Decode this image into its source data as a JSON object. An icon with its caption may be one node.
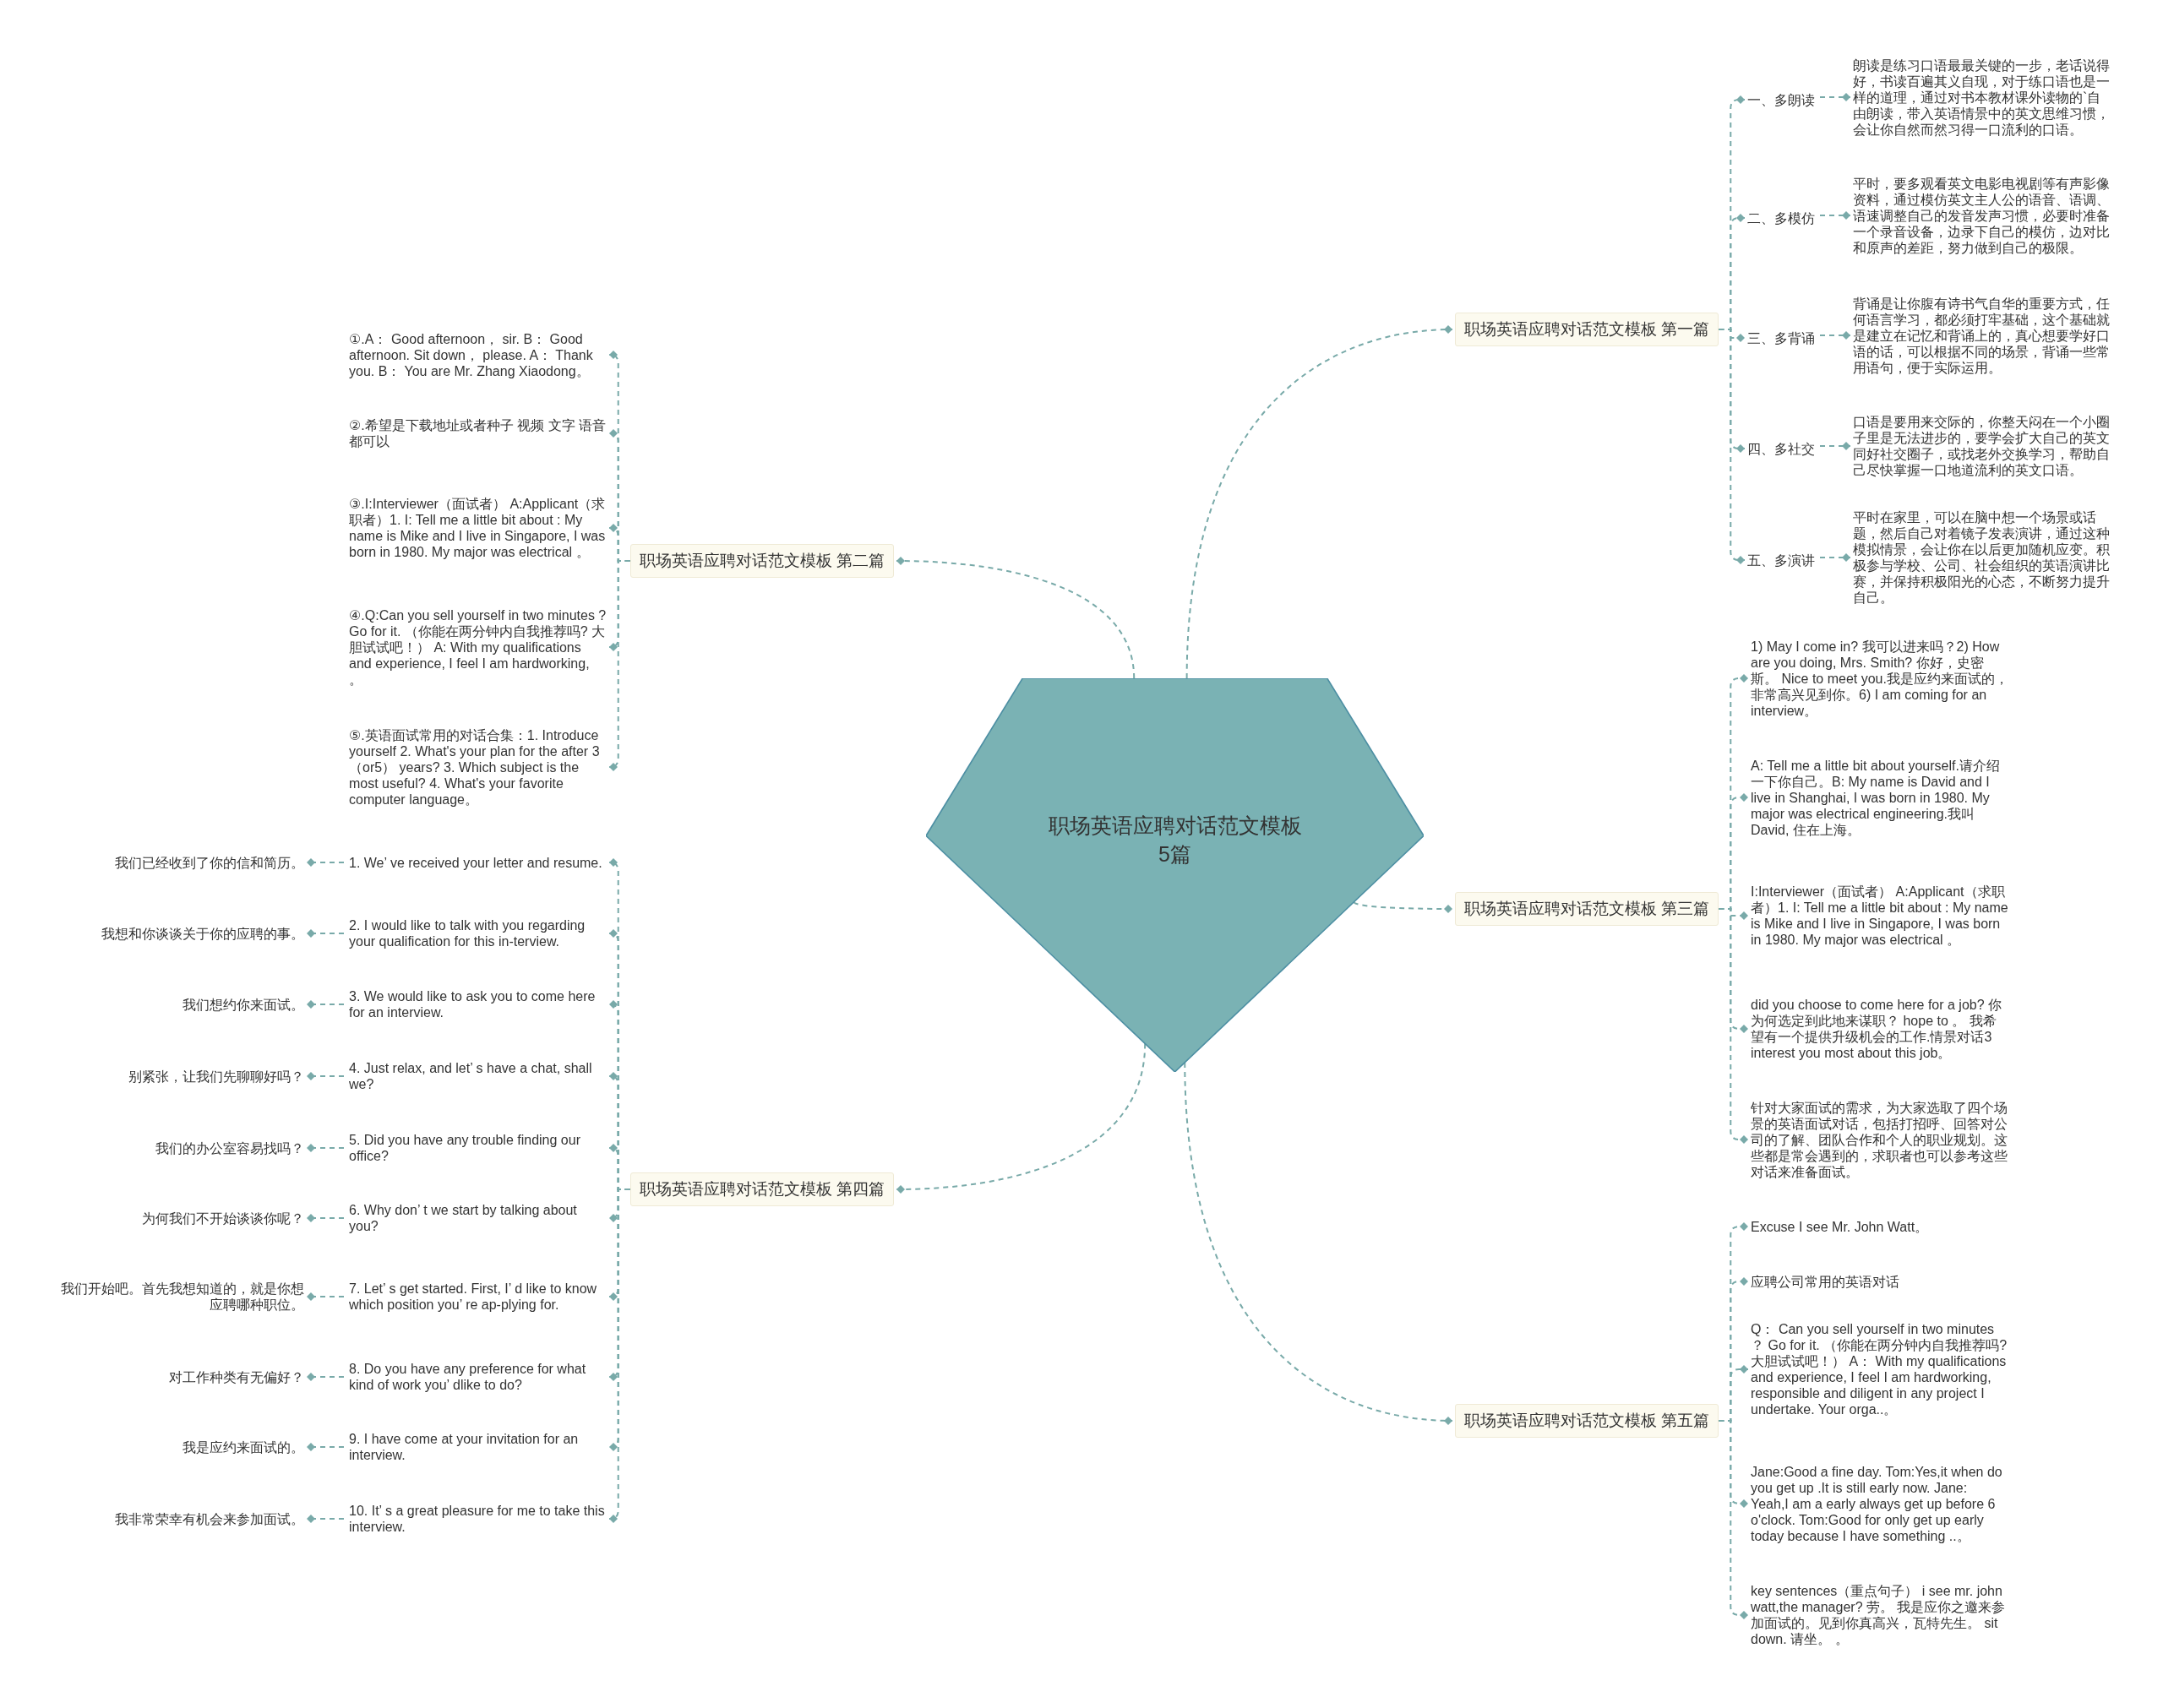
{
  "diagram": {
    "nodes": [
      {
        "text": [
          "职场英语应聘对话范文模板5篇"
        ]
      },
      {
        "text": [
          "职场英语应聘对话范文模板 第一篇"
        ]
      },
      {
        "text": [
          "一、多朗读"
        ]
      },
      {
        "text": [
          "朗读是练习口语最最关键的一步，老话说得好，书读百遍其义自现，对于练口语也是一样的道理，通过对书本教材课外读物的`自由朗读，带入英语情景中的英文思维习惯，会让你自然而然习得一口流利的口语。"
        ]
      },
      {
        "text": [
          "二、多模仿"
        ]
      },
      {
        "text": [
          "平时，要多观看英文电影电视剧等有声影像资料，通过模仿英文主人公的语音、语调、语速调整自己的发音发声习惯，必要时准备一个录音设备，边录下自己的模仿，边对比和原声的差距，努力做到自己的极限。"
        ]
      },
      {
        "text": [
          "三、多背诵"
        ]
      },
      {
        "text": [
          "背诵是让你腹有诗书气自华的重要方式，任何语言学习，都必须打牢基础，这个基础就是建立在记忆和背诵上的，真心想要学好口语的话，可以根据不同的场景，背诵一些常用语句，便于实际运用。"
        ]
      },
      {
        "text": [
          "四、多社交"
        ]
      },
      {
        "text": [
          "口语是要用来交际的，你整天闷在一个小圈子里是无法进步的，要学会扩大自己的英文同好社交圈子，或找老外交换学习，帮助自己尽快掌握一口地道流利的英文口语。"
        ]
      },
      {
        "text": [
          "五、多演讲"
        ]
      },
      {
        "text": [
          "平时在家里，可以在脑中想一个场景或话题，然后自己对着镜子发表演讲，通过这种模拟情景，会让你在以后更加随机应变。积极参与学校、公司、社会组织的英语演讲比赛，并保持积极阳光的心态，不断努力提升自己。"
        ]
      },
      {
        "text": [
          "职场英语应聘对话范文模板 第二篇"
        ]
      },
      {
        "text": [
          "①.A： Good afternoon， sir. B： Good afternoon. Sit down， please. A： Thank you. B： You are Mr. Zhang Xiaodong。"
        ]
      },
      {
        "text": [
          "②.希望是下载地址或者种子 视频 文字 语音都可以"
        ]
      },
      {
        "text": [
          "③.I:Interviewer（面试者） A:Applicant（求职者）1. I: Tell me a little bit about : My name is Mike and I live in Singapore, I was born in 1980. My major was electrical 。"
        ]
      },
      {
        "text": [
          "④.Q:Can you sell yourself in two minutes ? Go for it. （你能在两分钟内自我推荐吗? 大胆试试吧！） A: With my qualifications and experience, I feel I am hardworking, 。"
        ]
      },
      {
        "text": [
          "⑤.英语面试常用的对话合集：1. Introduce yourself 2. What's your plan for the after 3（or5） years? 3. Which subject is the most useful? 4. What's your favorite computer language。"
        ]
      },
      {
        "text": [
          "职场英语应聘对话范文模板 第三篇"
        ]
      },
      {
        "text": [
          "1) May I come in? 我可以进来吗？2) How are you doing, Mrs. Smith? 你好，史密斯。 Nice to meet you.我是应约来面试的，非常高兴见到你。6) I am coming for an interview。"
        ]
      },
      {
        "text": [
          "A: Tell me a little bit about yourself.请介绍一下你自己。B: My name is David and I live in Shanghai, I was born in 1980. My major was electrical engineering.我叫David, 住在上海。"
        ]
      },
      {
        "text": [
          "I:Interviewer（面试者） A:Applicant（求职者）1. I: Tell me a little bit about : My name is Mike and I live in Singapore, I was born in 1980. My major was electrical 。"
        ]
      },
      {
        "text": [
          " did you choose to come here for a job? 你为何选定到此地来谋职？ hope to 。 我希望有一个提供升级机会的工作.情景对话3 interest you most about this job。"
        ]
      },
      {
        "text": [
          "针对大家面试的需求，为大家选取了四个场景的英语面试对话，包括打招呼、回答对公司的了解、团队合作和个人的职业规划。这些都是常会遇到的，求职者也可以参考这些对话来准备面试。"
        ]
      },
      {
        "text": [
          "职场英语应聘对话范文模板 第四篇"
        ]
      },
      {
        "text": [
          "1. We’ ve received your letter and resume."
        ]
      },
      {
        "text": [
          "我们已经收到了你的信和简历。"
        ]
      },
      {
        "text": [
          "2. I would like to talk with you regarding your qualification for this in-terview."
        ]
      },
      {
        "text": [
          "我想和你谈谈关于你的应聘的事。"
        ]
      },
      {
        "text": [
          "3. We would like to ask you to come here for an interview."
        ]
      },
      {
        "text": [
          "我们想约你来面试。"
        ]
      },
      {
        "text": [
          "4. Just relax, and let’ s have a chat, shall we?"
        ]
      },
      {
        "text": [
          "别紧张，让我们先聊聊好吗？"
        ]
      },
      {
        "text": [
          "5. Did you have any trouble finding our office?"
        ]
      },
      {
        "text": [
          "我们的办公室容易找吗？"
        ]
      },
      {
        "text": [
          "6. Why don’ t we start by talking about you?"
        ]
      },
      {
        "text": [
          "为何我们不开始谈谈你呢？"
        ]
      },
      {
        "text": [
          "7. Let’ s get started. First, I’ d like to know which position you’ re ap-plying for."
        ]
      },
      {
        "text": [
          "我们开始吧。首先我想知道的，就是你想应聘哪种职位。"
        ]
      },
      {
        "text": [
          "8. Do you have any preference for what kind of work you’ dlike to do?"
        ]
      },
      {
        "text": [
          "对工作种类有无偏好？"
        ]
      },
      {
        "text": [
          "9. I have come at your invitation for an interview."
        ]
      },
      {
        "text": [
          "我是应约来面试的。"
        ]
      },
      {
        "text": [
          "10. It’ s a great pleasure for me to take this interview."
        ]
      },
      {
        "text": [
          "我非常荣幸有机会来参加面试。"
        ]
      },
      {
        "text": [
          "职场英语应聘对话范文模板 第五篇"
        ]
      },
      {
        "text": [
          "Excuse I see Mr. John Watt。"
        ]
      },
      {
        "text": [
          "应聘公司常用的英语对话"
        ]
      },
      {
        "text": [
          "Q： Can you sell yourself in two minutes ？ Go for it. （你能在两分钟内自我推荐吗? 大胆试试吧！） A： With my qualifications and experience, I feel I am hardworking, responsible and diligent in any project I undertake. Your orga..。"
        ]
      },
      {
        "text": [
          "Jane:Good a fine day. Tom:Yes,it when do you get up .It is still early now. Jane: Yeah,I am a early always get up before 6 o'clock. Tom:Good for only get up early today because I have something ..。"
        ]
      },
      {
        "text": [
          "key sentences（重点句子） i see mr. john watt,the manager? 劳。 我是应你之邀来参加面试的。见到你真高兴，瓦特先生。 sit down. 请坐。 。"
        ]
      }
    ],
    "edges": [
      {
        "from": 0,
        "to": 1,
        "arrow": "other"
      },
      {
        "from": 0,
        "to": 12,
        "arrow": "other"
      },
      {
        "from": 0,
        "to": 18,
        "arrow": "other"
      },
      {
        "from": 0,
        "to": 24,
        "arrow": "other"
      },
      {
        "from": 0,
        "to": 45,
        "arrow": "other"
      },
      {
        "from": 1,
        "to": 2,
        "arrow": "other"
      },
      {
        "from": 2,
        "to": 3,
        "arrow": "other"
      },
      {
        "from": 1,
        "to": 4,
        "arrow": "other"
      },
      {
        "from": 4,
        "to": 5,
        "arrow": "other"
      },
      {
        "from": 1,
        "to": 6,
        "arrow": "other"
      },
      {
        "from": 6,
        "to": 7,
        "arrow": "other"
      },
      {
        "from": 1,
        "to": 8,
        "arrow": "other"
      },
      {
        "from": 8,
        "to": 9,
        "arrow": "other"
      },
      {
        "from": 1,
        "to": 10,
        "arrow": "other"
      },
      {
        "from": 10,
        "to": 11,
        "arrow": "other"
      },
      {
        "from": 12,
        "to": 13,
        "arrow": "other"
      },
      {
        "from": 12,
        "to": 14,
        "arrow": "other"
      },
      {
        "from": 12,
        "to": 15,
        "arrow": "other"
      },
      {
        "from": 12,
        "to": 16,
        "arrow": "other"
      },
      {
        "from": 12,
        "to": 17,
        "arrow": "other"
      },
      {
        "from": 18,
        "to": 19,
        "arrow": "other"
      },
      {
        "from": 18,
        "to": 20,
        "arrow": "other"
      },
      {
        "from": 18,
        "to": 21,
        "arrow": "other"
      },
      {
        "from": 18,
        "to": 22,
        "arrow": "other"
      },
      {
        "from": 18,
        "to": 23,
        "arrow": "other"
      },
      {
        "from": 24,
        "to": 25,
        "arrow": "other"
      },
      {
        "from": 25,
        "to": 26,
        "arrow": "other"
      },
      {
        "from": 24,
        "to": 27,
        "arrow": "other"
      },
      {
        "from": 27,
        "to": 28,
        "arrow": "other"
      },
      {
        "from": 24,
        "to": 29,
        "arrow": "other"
      },
      {
        "from": 29,
        "to": 30,
        "arrow": "other"
      },
      {
        "from": 24,
        "to": 31,
        "arrow": "other"
      },
      {
        "from": 31,
        "to": 32,
        "arrow": "other"
      },
      {
        "from": 24,
        "to": 33,
        "arrow": "other"
      },
      {
        "from": 33,
        "to": 34,
        "arrow": "other"
      },
      {
        "from": 24,
        "to": 35,
        "arrow": "other"
      },
      {
        "from": 35,
        "to": 36,
        "arrow": "other"
      },
      {
        "from": 24,
        "to": 37,
        "arrow": "other"
      },
      {
        "from": 37,
        "to": 38,
        "arrow": "other"
      },
      {
        "from": 24,
        "to": 39,
        "arrow": "other"
      },
      {
        "from": 39,
        "to": 40,
        "arrow": "other"
      },
      {
        "from": 24,
        "to": 41,
        "arrow": "other"
      },
      {
        "from": 41,
        "to": 42,
        "arrow": "other"
      },
      {
        "from": 24,
        "to": 43,
        "arrow": "other"
      },
      {
        "from": 43,
        "to": 44,
        "arrow": "other"
      },
      {
        "from": 45,
        "to": 46,
        "arrow": "other"
      },
      {
        "from": 45,
        "to": 47,
        "arrow": "other"
      },
      {
        "from": 45,
        "to": 48,
        "arrow": "other"
      },
      {
        "from": 45,
        "to": 49,
        "arrow": "other"
      },
      {
        "from": 45,
        "to": 50,
        "arrow": "other"
      }
    ]
  }
}
